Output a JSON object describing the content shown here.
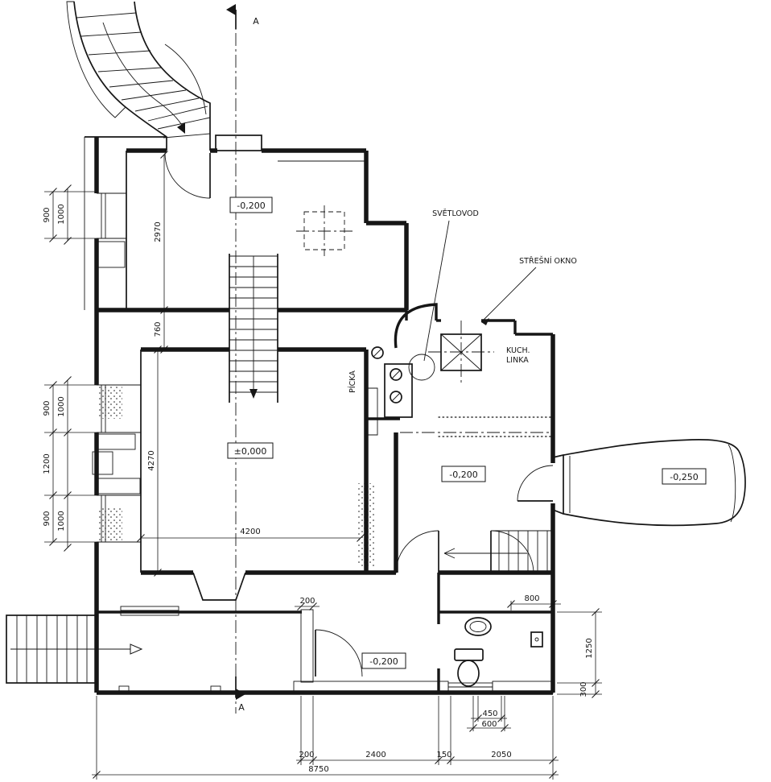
{
  "section": {
    "label": "A"
  },
  "levels": {
    "upper": "-0,200",
    "main": "±0,000",
    "dining": "-0,200",
    "terrace": "-0,250",
    "veranda": "-0,200"
  },
  "annotations": {
    "svetlovod": "SVĚTLOVOD",
    "stresni_okno": "STŘEŠNÍ OKNO",
    "kuch_1": "KUCH.",
    "kuch_2": "LINKA",
    "picka": "PÍCKA"
  },
  "dims": {
    "w900a": "900",
    "w1000a": "1000",
    "h2970": "2970",
    "h760": "760",
    "h4270": "4270",
    "w900b": "900",
    "w1000b": "1000",
    "w1200": "1200",
    "w900c": "900",
    "w1000c": "1000",
    "w4200": "4200",
    "t200a": "200",
    "w800": "800",
    "h1250": "1250",
    "h300": "300",
    "w450": "450",
    "w600": "600",
    "b200": "200",
    "b2400": "2400",
    "b150": "150",
    "b2050": "2050",
    "b8750": "8750"
  }
}
